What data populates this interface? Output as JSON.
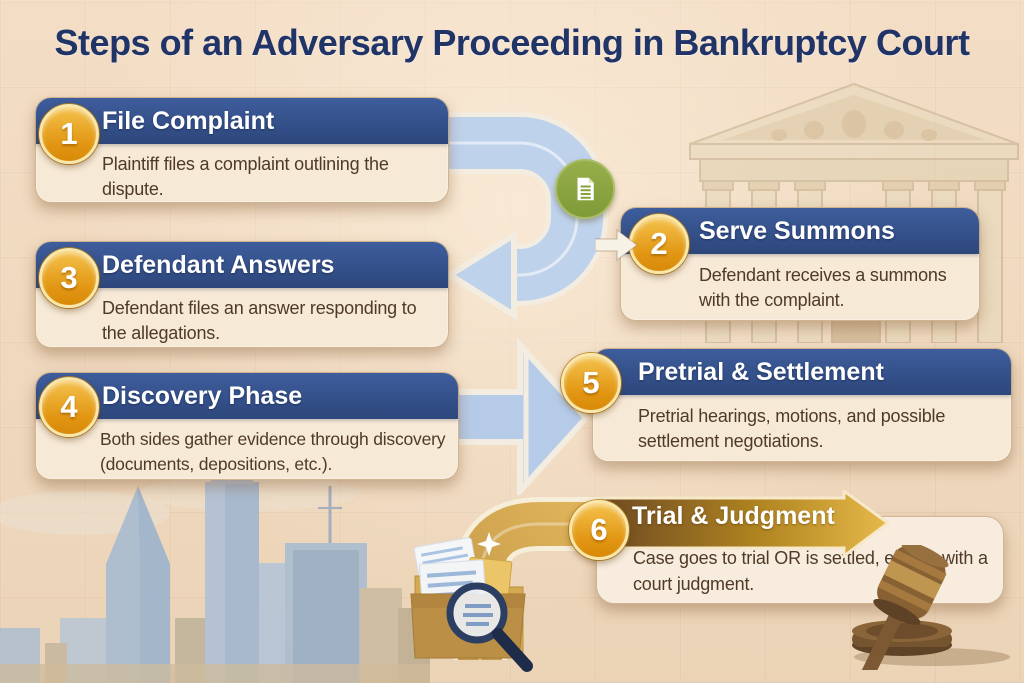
{
  "header": {
    "title": "Steps of an Adversary Proceeding in Bankruptcy Court"
  },
  "steps": [
    {
      "number": "1",
      "title": "File Complaint",
      "description": "Plaintiff files a complaint outlining the dispute."
    },
    {
      "number": "2",
      "title": "Serve Summons",
      "description": "Defendant receives a summons with the complaint."
    },
    {
      "number": "3",
      "title": "Defendant Answers",
      "description": "Defendant files an answer responding to the allegations."
    },
    {
      "number": "4",
      "title": "Discovery Phase",
      "description": "Both sides gather evidence through discovery (documents, depositions, etc.)."
    },
    {
      "number": "5",
      "title": "Pretrial & Settlement",
      "description": "Pretrial hearings, motions, and possible settlement negotiations."
    },
    {
      "number": "6",
      "title": "Trial & Judgment",
      "description": "Case goes to trial OR is settled, ending with a court judgment."
    }
  ],
  "icons": {
    "document_badge": "document-icon",
    "flow_u_arrow": "u-turn-arrow",
    "flow_right_arrow": "right-arrow",
    "flow_gold_elbow": "gold-elbow-arrow",
    "small_white_arrow": "small-right-arrow",
    "courthouse": "courthouse-illustration",
    "skyline": "city-skyline-illustration",
    "folder": "evidence-folder-illustration",
    "magnifier": "magnifying-glass-icon",
    "gavel": "gavel-icon"
  },
  "colors": {
    "background": "#f1ddc5",
    "title_navy": "#203468",
    "header_navy": "#33508a",
    "card_cream": "#f6e9d6",
    "badge_gold": "#e19511",
    "connector_blue": "#bfd2ec",
    "accent_green": "#8ca544",
    "gold_band": "#c9941c",
    "body_text": "#4f3a28"
  }
}
